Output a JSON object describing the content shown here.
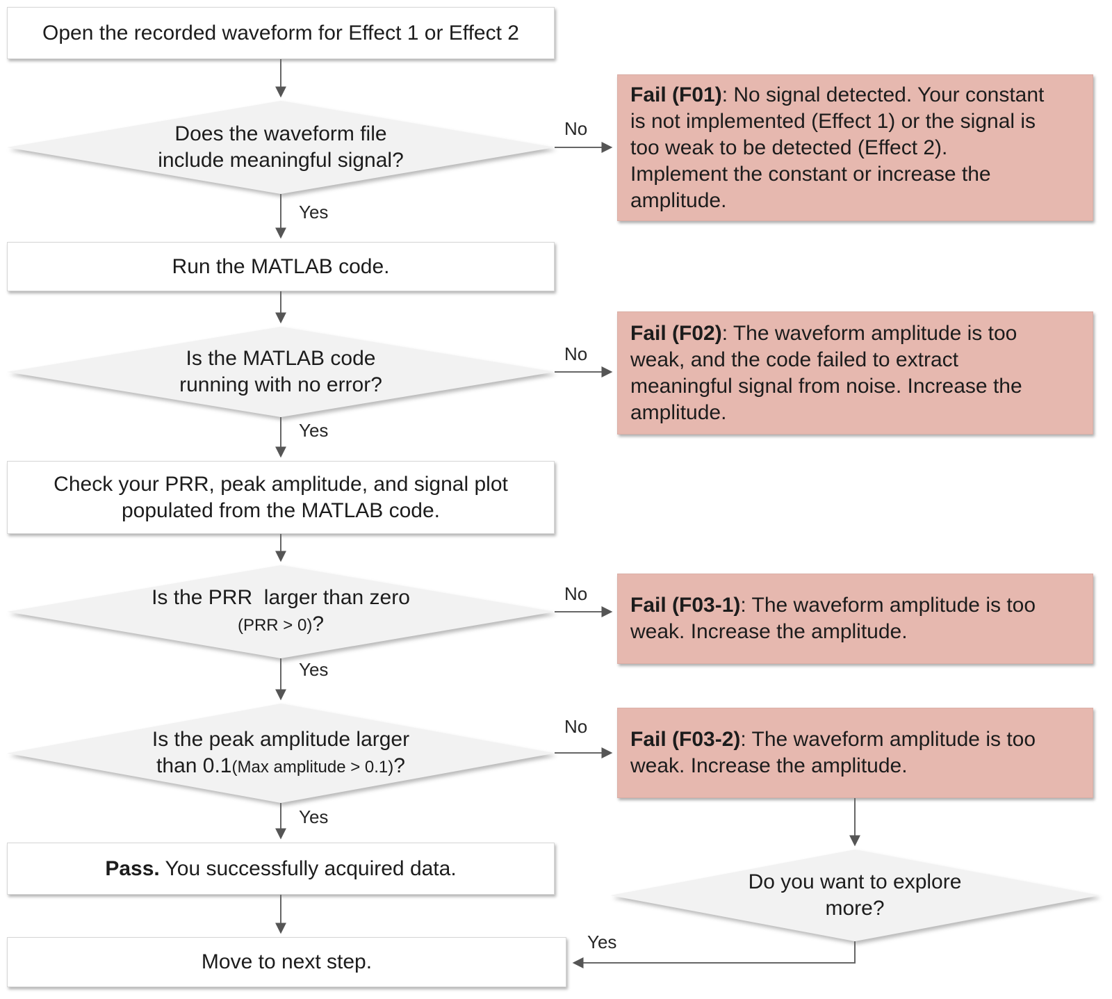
{
  "colors": {
    "fail_bg": "#E6B8AF",
    "diamond_bg": "#F2F2F2",
    "box_bg": "#FFFFFF",
    "arrow": "#666666",
    "text": "#1C1C1C"
  },
  "labels": {
    "yes": "Yes",
    "no": "No"
  },
  "flow": {
    "open": {
      "text": "Open the recorded waveform for Effect 1 or Effect 2"
    },
    "d_signal": {
      "line1": "Does the waveform file",
      "line2": "include meaningful signal?"
    },
    "run": {
      "text": "Run the MATLAB code."
    },
    "d_error": {
      "line1": "Is the MATLAB code",
      "line2": "running with no error?"
    },
    "check": {
      "line1": "Check your PRR, peak amplitude, and signal plot",
      "line2": "populated from the MATLAB code."
    },
    "d_prr": {
      "line1": "Is the PRR  larger than zero",
      "line2_small": "(PRR > 0)",
      "line2_suffix": "?"
    },
    "d_peak": {
      "line1": "Is the peak amplitude larger",
      "line2_prefix": "than 0.1",
      "line2_small": "(Max amplitude > 0.1)",
      "line2_suffix": "?"
    },
    "pass": {
      "bold": "Pass.",
      "text": " You successfully acquired data."
    },
    "move": {
      "text": "Move to next step."
    },
    "d_explore": {
      "line1": "Do you want to explore",
      "line2": "more?"
    }
  },
  "fails": {
    "f01": {
      "title": "Fail (F01)",
      "line1_rest": ": No signal detected. Your constant",
      "line2": "is not implemented (Effect 1) or the signal is",
      "line3": "too weak to be detected (Effect 2).",
      "line4": "Implement the constant or increase the",
      "line5": "amplitude."
    },
    "f02": {
      "title": "Fail (F02)",
      "line1_rest": ": The waveform amplitude is too",
      "line2": "weak, and the code failed to extract",
      "line3": "meaningful signal from noise. Increase the",
      "line4": "amplitude."
    },
    "f03_1": {
      "title": "Fail (F03-1)",
      "line1_rest": ": The waveform amplitude is too",
      "line2": "weak. Increase the amplitude."
    },
    "f03_2": {
      "title": "Fail (F03-2)",
      "line1_rest": ": The waveform amplitude is too",
      "line2": "weak. Increase the amplitude."
    }
  }
}
